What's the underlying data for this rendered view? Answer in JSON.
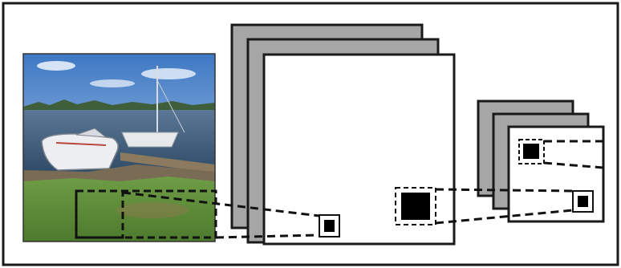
{
  "figure": {
    "description_visible_text": "",
    "colors": {
      "frame": "#1a1a1a",
      "stack_back": "#a6a6a6",
      "stack_front": "#ffffff",
      "kernel": "#000000",
      "sky_top": "#3e78c4",
      "sky_bottom": "#c9dcf0",
      "water": "#3c5a7a",
      "grass": "#5f8d3a",
      "boat_hull": "#e9e9ee",
      "shore": "#7a6b55"
    },
    "layers": [
      {
        "name": "input-image",
        "kind": "photo"
      },
      {
        "name": "conv-layer-1",
        "kind": "feature-map-stack",
        "maps": 3
      },
      {
        "name": "conv-layer-2",
        "kind": "feature-map-stack",
        "maps": 3
      }
    ]
  }
}
